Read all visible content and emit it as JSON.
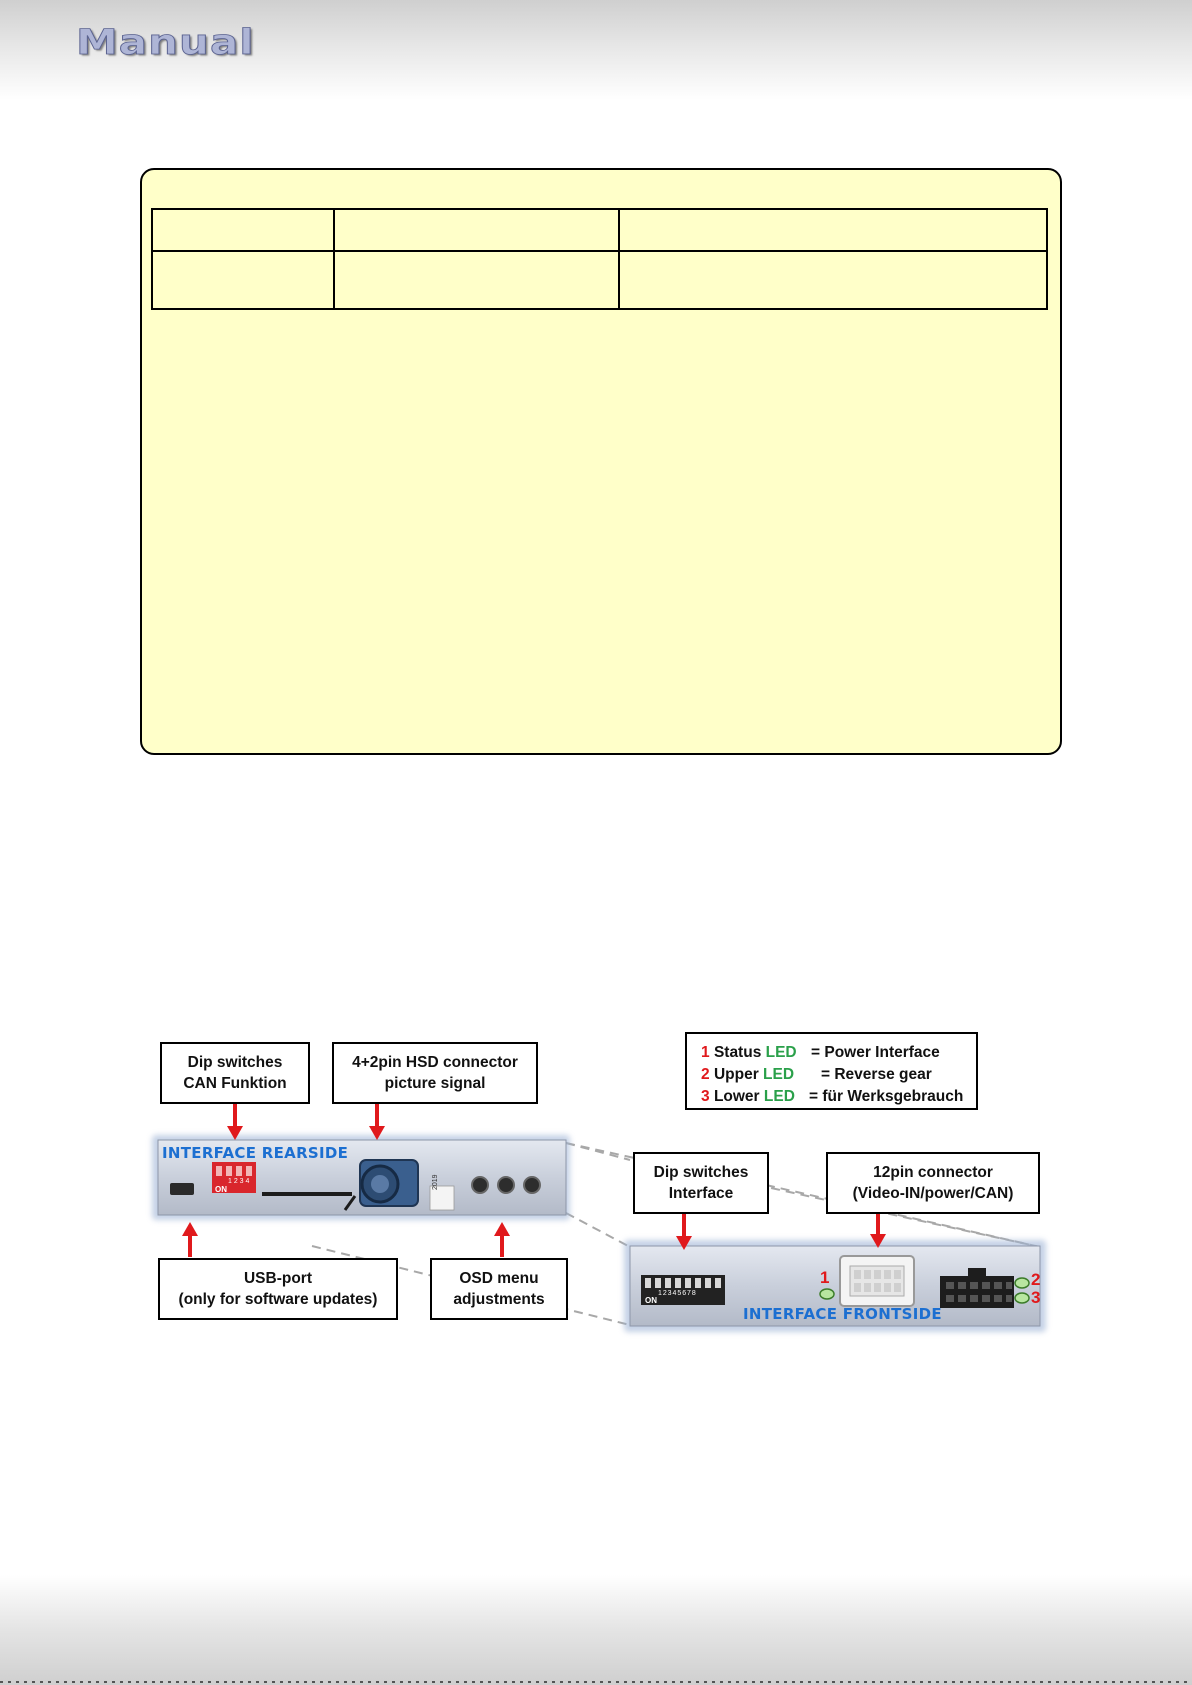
{
  "header": {
    "title": "Manual"
  },
  "note_panel": {
    "table": {
      "rows": [
        [
          "",
          "",
          ""
        ],
        [
          "",
          "",
          ""
        ]
      ]
    }
  },
  "diagram": {
    "rear_labels": {
      "dip_can": [
        "Dip switches",
        "CAN Funktion"
      ],
      "hsd": [
        "4+2pin HSD connector",
        "picture signal"
      ],
      "usb": [
        "USB-port",
        "(only for software updates)"
      ],
      "osd": [
        "OSD menu",
        "adjustments"
      ]
    },
    "front_labels": {
      "dip_interface": [
        "Dip switches",
        "Interface"
      ],
      "pin12": [
        "12pin connector",
        "(Video-IN/power/CAN)"
      ]
    },
    "rear_caption": "INTERFACE REARSIDE",
    "front_caption": "INTERFACE FRONTSIDE",
    "led_legend": [
      {
        "num": "1",
        "name": "Status",
        "led": "LED",
        "desc": "= Power Interface"
      },
      {
        "num": "2",
        "name": "Upper",
        "led": "LED",
        "desc": "= Reverse gear"
      },
      {
        "num": "3",
        "name": "Lower",
        "led": "LED",
        "desc": "= für Werksgebrauch"
      }
    ],
    "led_markers": [
      "1",
      "2",
      "3"
    ],
    "dip_rear_on": "ON",
    "dip_rear_numbers": "1 2 3 4",
    "dip_front_on": "ON",
    "dip_front_numbers": "1 2 3 4 5 6 7 8",
    "sticker_text": "2019"
  },
  "colors": {
    "panel_fill": "#ffffc9",
    "caption_blue": "#1c6fd1",
    "arrow_red": "#e0191c",
    "led_green": "#2aa04a"
  }
}
